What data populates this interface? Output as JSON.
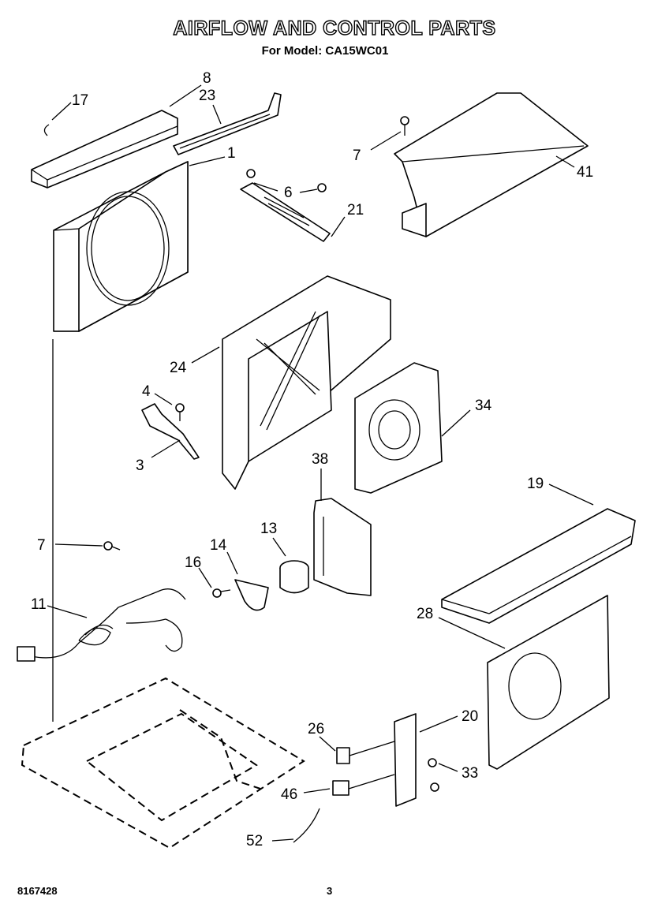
{
  "header": {
    "title": "AIRFLOW AND CONTROL PARTS",
    "subtitle": "For Model: CA15WC01"
  },
  "footer": {
    "doc_number": "8167428",
    "page_number": "3"
  },
  "callouts": {
    "c8": "8",
    "c23": "23",
    "c17": "17",
    "c1": "1",
    "c6": "6",
    "c21": "21",
    "c7a": "7",
    "c41": "41",
    "c24": "24",
    "c4": "4",
    "c3": "3",
    "c34": "34",
    "c38": "38",
    "c19": "19",
    "c13": "13",
    "c14": "14",
    "c16": "16",
    "c7b": "7",
    "c11": "11",
    "c28": "28",
    "c20": "20",
    "c26": "26",
    "c33": "33",
    "c46": "46",
    "c52": "52"
  }
}
